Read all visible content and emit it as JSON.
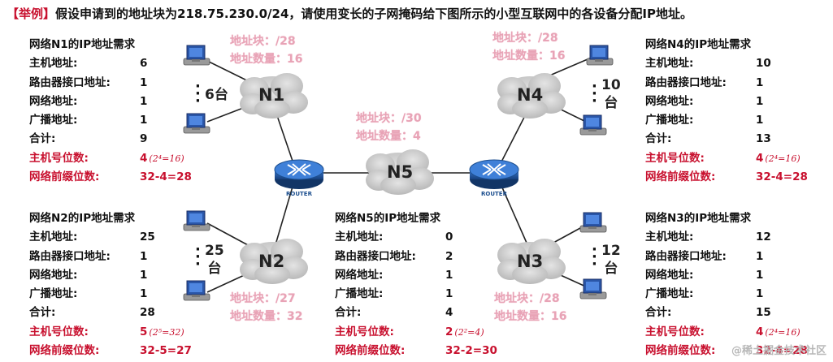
{
  "title": {
    "prefix": "【举例】",
    "text": "假设申请到的地址块为218.75.230.0/24，请使用变长的子网掩码给下图所示的小型互联网中的各设备分配IP地址。"
  },
  "labels": {
    "host_addr": "主机地址:",
    "router_if": "路由器接口地址:",
    "net_addr": "网络地址:",
    "bcast_addr": "广播地址:",
    "total": "合计:",
    "host_bits": "主机号位数:",
    "prefix_bits": "网络前缀位数:"
  },
  "networks": {
    "n1": {
      "heading": "网络N1的IP地址需求",
      "hosts": "6",
      "router": "1",
      "net": "1",
      "bcast": "1",
      "total": "9",
      "host_bits": "4",
      "host_note": "(2⁴=16)",
      "prefix": "32-4=28",
      "cloud": "N1",
      "devices": "6台",
      "block": "地址块：/28",
      "count": "地址数量：16"
    },
    "n2": {
      "heading": "网络N2的IP地址需求",
      "hosts": "25",
      "router": "1",
      "net": "1",
      "bcast": "1",
      "total": "28",
      "host_bits": "5",
      "host_note": "(2⁵=32)",
      "prefix": "32-5=27",
      "cloud": "N2",
      "devices_a": "25",
      "devices_b": "台",
      "block": "地址块：/27",
      "count": "地址数量：32"
    },
    "n3": {
      "heading": "网络N3的IP地址需求",
      "hosts": "12",
      "router": "1",
      "net": "1",
      "bcast": "1",
      "total": "15",
      "host_bits": "4",
      "host_note": "(2⁴=16)",
      "prefix": "32-4=28",
      "cloud": "N3",
      "devices_a": "12",
      "devices_b": "台",
      "block": "地址块：/28",
      "count": "地址数量：16"
    },
    "n4": {
      "heading": "网络N4的IP地址需求",
      "hosts": "10",
      "router": "1",
      "net": "1",
      "bcast": "1",
      "total": "13",
      "host_bits": "4",
      "host_note": "(2⁴=16)",
      "prefix": "32-4=28",
      "cloud": "N4",
      "devices_a": "10",
      "devices_b": "台",
      "block": "地址块：/28",
      "count": "地址数量：16"
    },
    "n5": {
      "heading": "网络N5的IP地址需求",
      "hosts": "0",
      "router": "2",
      "net": "1",
      "bcast": "1",
      "total": "4",
      "host_bits": "2",
      "host_note": "(2²=4)",
      "prefix": "32-2=30",
      "cloud": "N5",
      "block": "地址块：/30",
      "count": "地址数量：4"
    }
  },
  "router_label": "ROUTER",
  "watermark": "@稀土掘金技术社区",
  "colors": {
    "accent_red": "#c8102e",
    "pink_overlay": "#e8a3b6",
    "router_blue": "#1d4f8f",
    "cloud_gray": "#c9c9c9",
    "pc_blue": "#2a56a8"
  }
}
